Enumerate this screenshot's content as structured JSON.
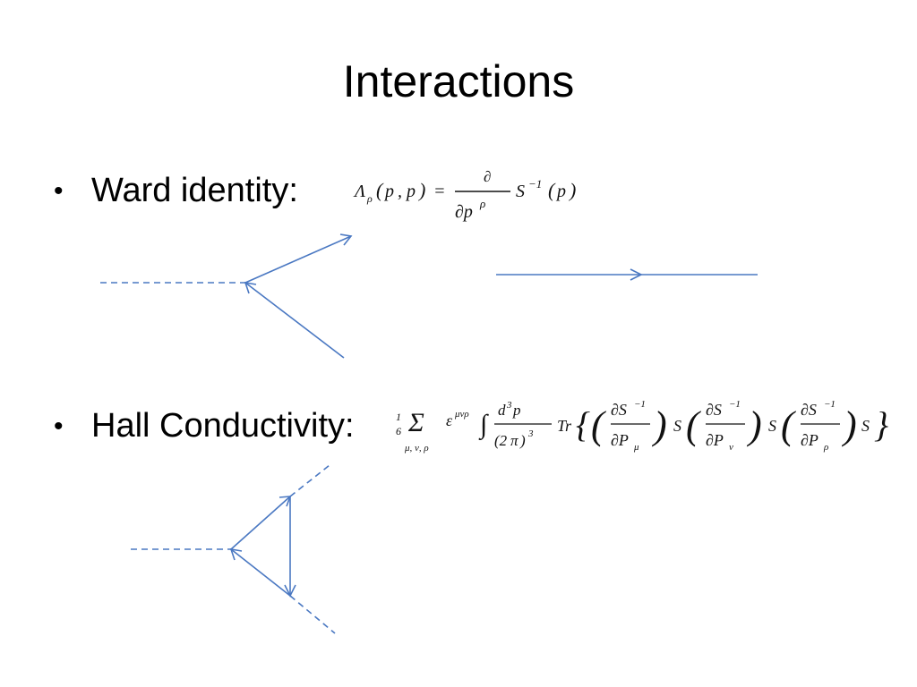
{
  "slide": {
    "title": "Interactions"
  },
  "bullets": [
    {
      "bullet": "•",
      "label": "Ward identity:"
    },
    {
      "bullet": "•",
      "label": "Hall Conductivity:"
    }
  ],
  "colors": {
    "line": "#4a78c2",
    "text": "#000000",
    "background": "#ffffff"
  }
}
